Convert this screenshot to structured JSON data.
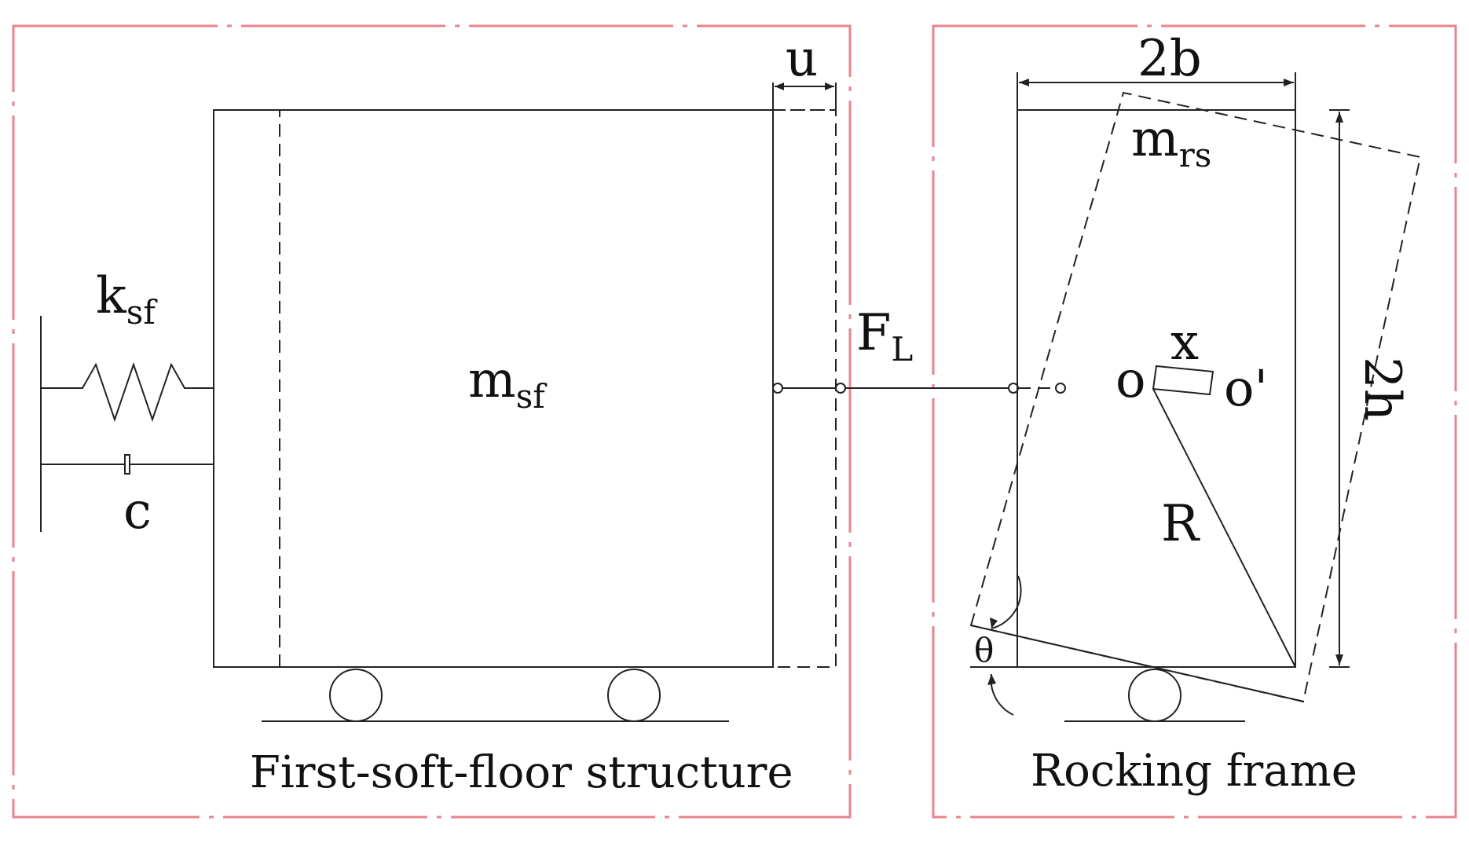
{
  "left_panel": {
    "caption": "First-soft-floor structure",
    "mass_label": "m",
    "mass_sub": "sf",
    "spring_label": "k",
    "spring_sub": "sf",
    "damper_label": "c",
    "displacement_label": "u"
  },
  "link": {
    "force_label": "F",
    "force_sub": "L"
  },
  "right_panel": {
    "caption": "Rocking frame",
    "mass_label": "m",
    "mass_sub": "rs",
    "width_label": "2b",
    "height_label": "2h",
    "center_label": "o",
    "center_shift_label": "o'",
    "shift_label": "x",
    "radius_label": "R",
    "angle_label": "θ"
  },
  "colors": {
    "frame_border": "#e8838f",
    "ink": "#222222"
  }
}
